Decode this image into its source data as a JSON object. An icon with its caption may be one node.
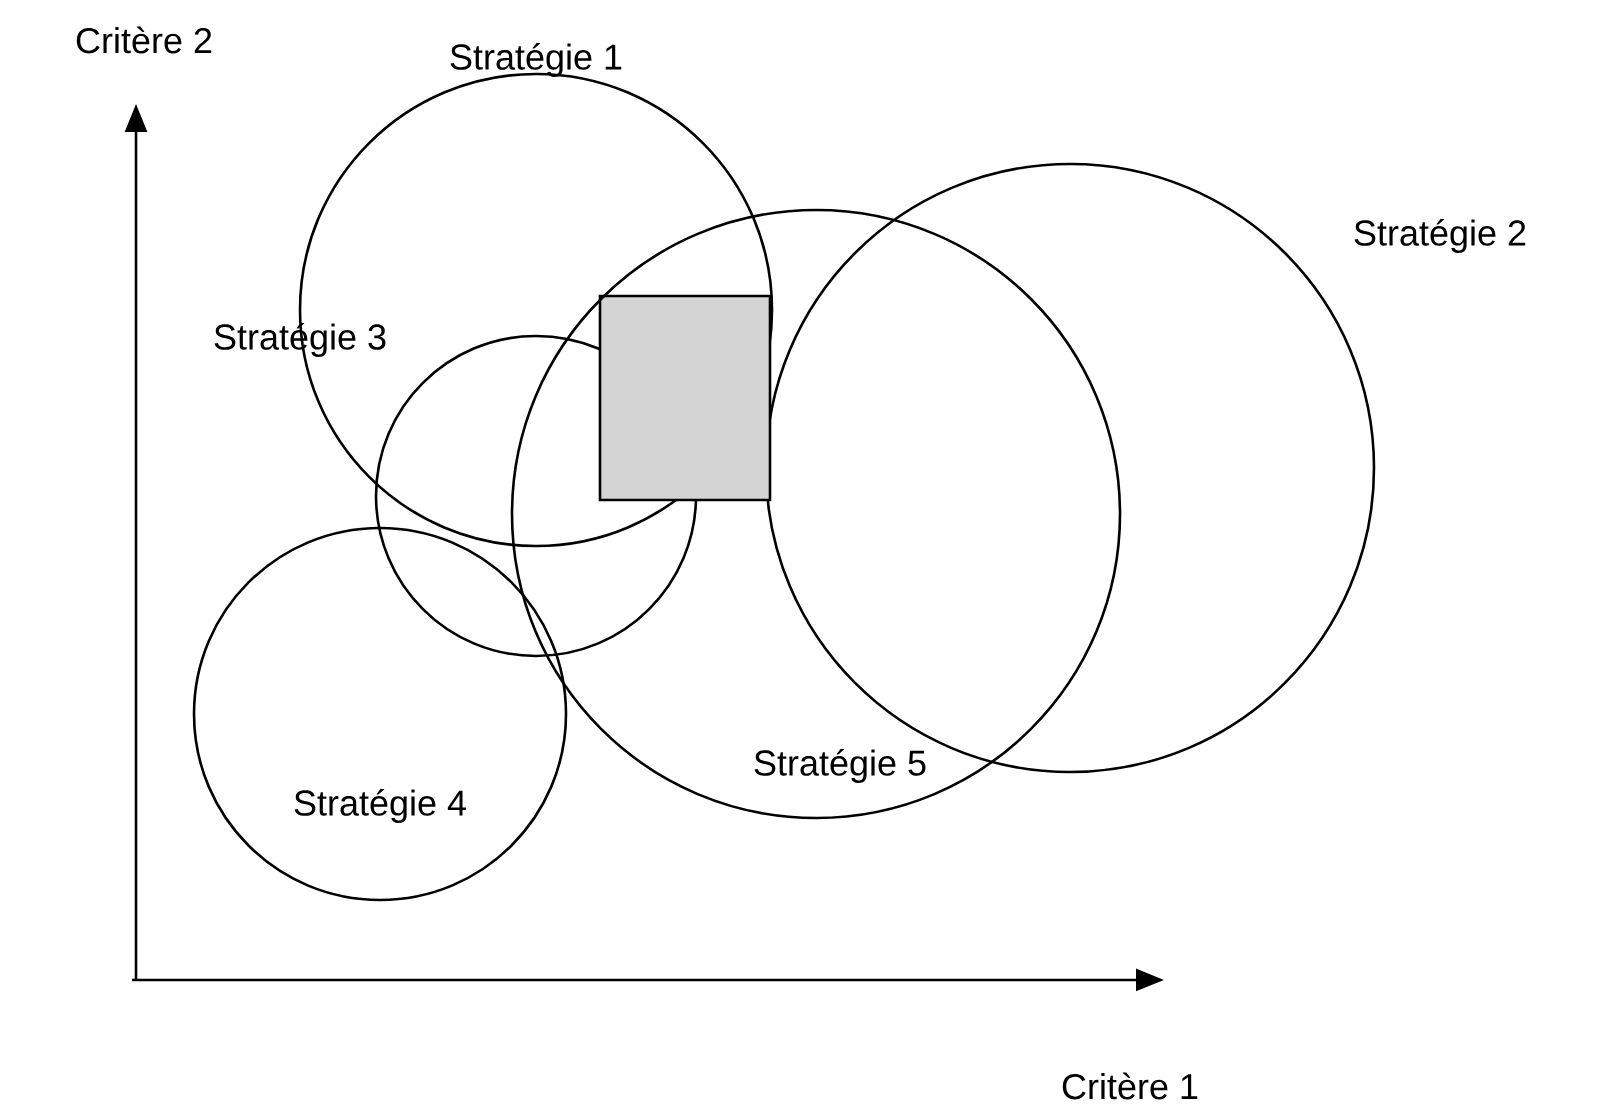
{
  "diagram": {
    "nodes": [
      {
        "text": [
          "Stratégie 1"
        ]
      },
      {
        "text": [
          "Stratégie 2"
        ]
      },
      {
        "text": [
          "Stratégie 3"
        ]
      },
      {
        "text": [],
        "shape": "box"
      },
      {
        "text": [
          "Stratégie 4"
        ]
      },
      {
        "text": [
          "Stratégie 5"
        ]
      }
    ],
    "labels": [
      "Critère 2",
      "Critère 1"
    ]
  }
}
